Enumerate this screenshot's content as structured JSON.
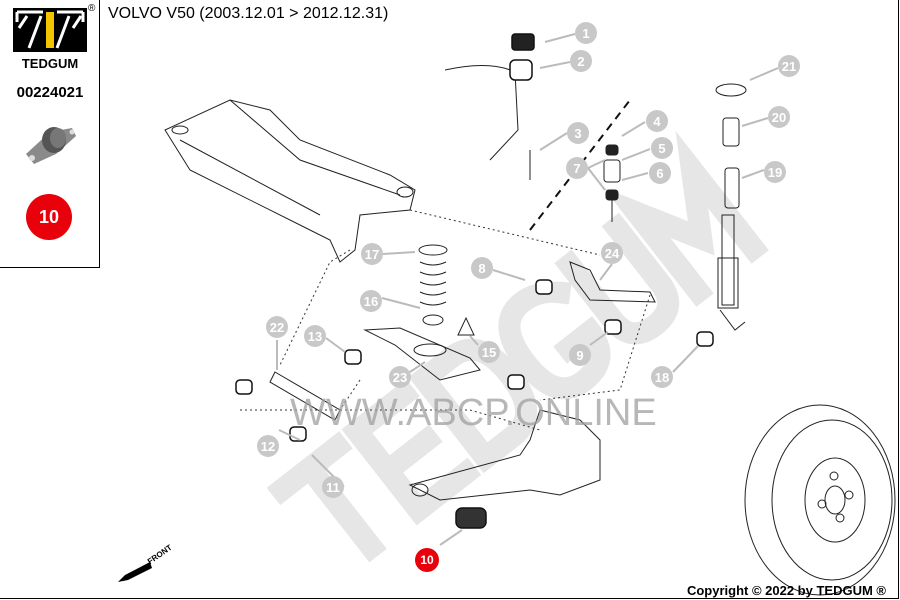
{
  "brand": {
    "name": "TEDGUM",
    "registered": "®",
    "accent_color": "#f5c400"
  },
  "title": "VOLVO V50  (2003.12.01 > 2012.12.31)",
  "side_panel": {
    "part_number": "00224021",
    "highlight_callout": "10",
    "highlight_color": "#e8000b"
  },
  "callouts": [
    "1",
    "2",
    "3",
    "4",
    "5",
    "6",
    "7",
    "8",
    "9",
    "10",
    "11",
    "12",
    "13",
    "15",
    "16",
    "17",
    "18",
    "19",
    "20",
    "21",
    "22",
    "23",
    "24"
  ],
  "watermark": {
    "url": "WWW.ABCP.ONLINE",
    "brand": "TEDGUM"
  },
  "front_label": "FRONT",
  "copyright": "Copyright © 2022 by TEDGUM ®"
}
